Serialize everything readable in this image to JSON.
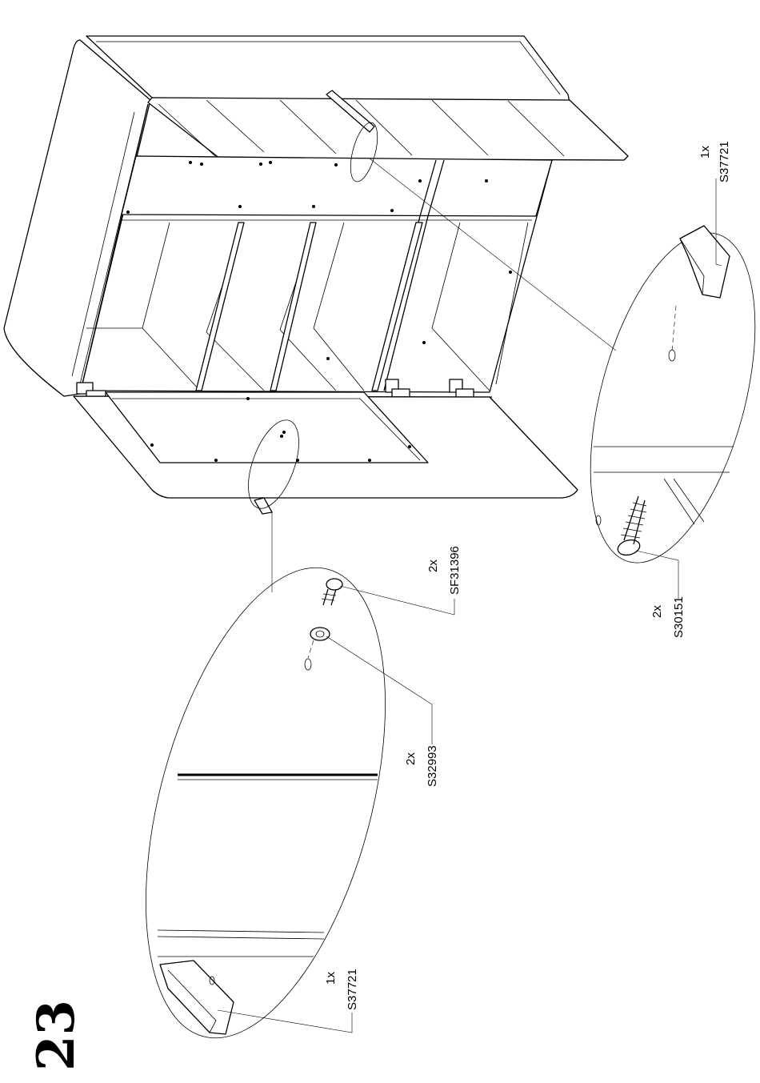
{
  "page": {
    "step_number": "23"
  },
  "callouts": {
    "handle_top_right": {
      "qty": "1x",
      "part": "S37721"
    },
    "screw_right": {
      "qty": "2x",
      "part": "S30151"
    },
    "screw_center": {
      "qty": "2x",
      "part": "SF31396"
    },
    "bushing_center": {
      "qty": "2x",
      "part": "S32993"
    },
    "handle_bottom_left": {
      "qty": "1x",
      "part": "S37721"
    }
  },
  "colors": {
    "ink": "#000000",
    "paper": "#ffffff"
  }
}
